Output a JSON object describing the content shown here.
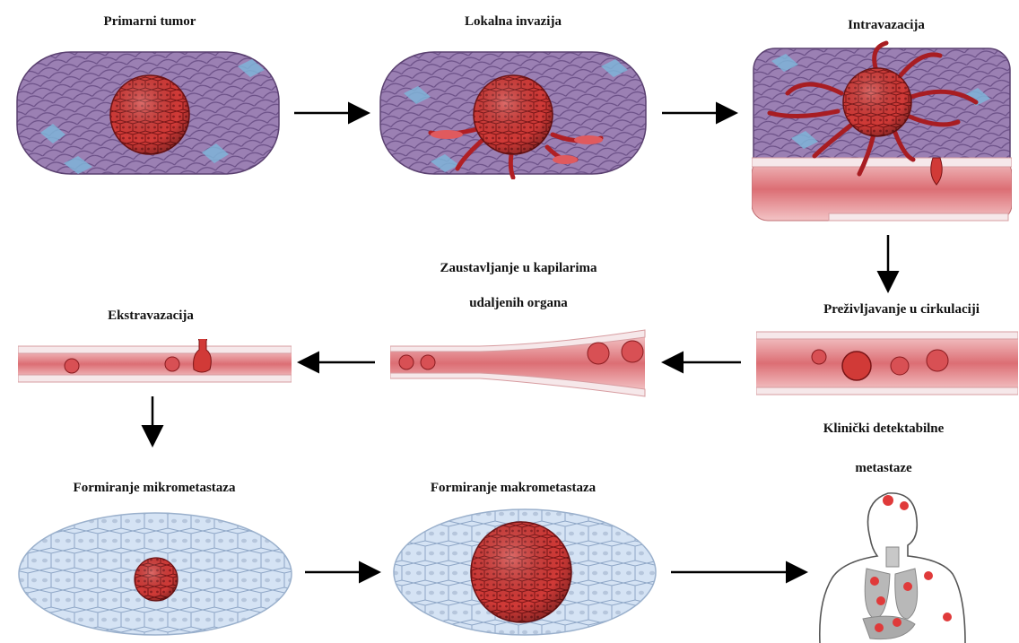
{
  "stages": {
    "primary": "Primarni tumor",
    "local": "Lokalna invazija",
    "intra": "Intravazacija",
    "survival": "Preživljavanje u cirkulaciji",
    "arrest_1": "Zaustavljanje u kapilarima",
    "arrest_2": "udaljenih organa",
    "extra": "Ekstravazacija",
    "micro": "Formiranje mikrometastaza",
    "macro": "Formiranje makrometastaza",
    "clinical_1": "Klinički detektabilne",
    "clinical_2": "metastaze"
  },
  "colors": {
    "tissue": "#8a6aa0",
    "tumor": "#c8242a",
    "vessel": "#e8a0a4",
    "healthy_tissue": "#c9daf0",
    "arrow": "#000000"
  }
}
